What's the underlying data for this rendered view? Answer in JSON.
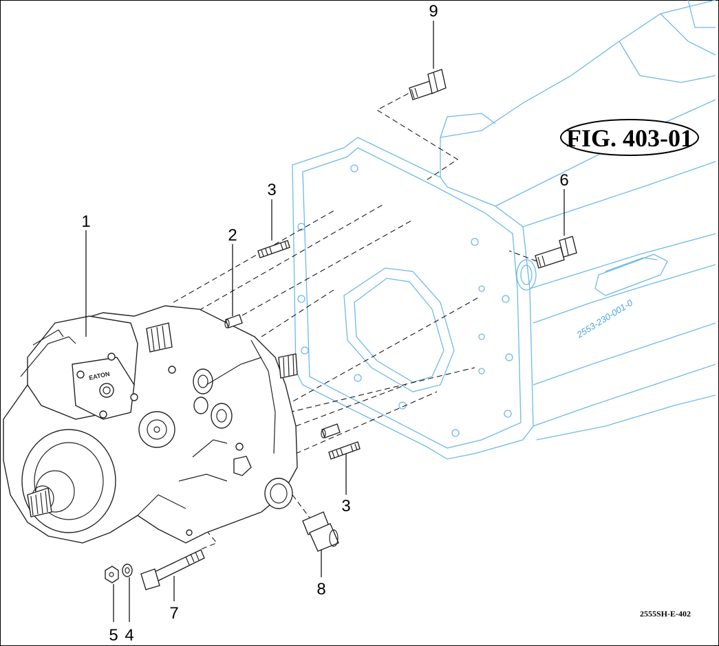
{
  "figure": {
    "label": "FIG. 403-01",
    "drawing_code": "2555SH-E-402",
    "housing_part_number": "2553-230-001-0",
    "pump_brand_mark": "EATON"
  },
  "callouts": [
    {
      "id": "1",
      "label": "1",
      "part": "pump assembly"
    },
    {
      "id": "2",
      "label": "2",
      "part": "dowel pin"
    },
    {
      "id": "3a",
      "label": "3",
      "part": "stud (upper)"
    },
    {
      "id": "3b",
      "label": "3",
      "part": "stud (lower)"
    },
    {
      "id": "4",
      "label": "4",
      "part": "washer"
    },
    {
      "id": "5",
      "label": "5",
      "part": "nut"
    },
    {
      "id": "6",
      "label": "6",
      "part": "bolt (side)"
    },
    {
      "id": "7",
      "label": "7",
      "part": "long bolt"
    },
    {
      "id": "8",
      "label": "8",
      "part": "fitting"
    },
    {
      "id": "9",
      "label": "9",
      "part": "bolt (top)"
    }
  ],
  "colors": {
    "housing_line": "#6cb8ea",
    "part_line": "#222222",
    "callout_text": "#000000"
  }
}
